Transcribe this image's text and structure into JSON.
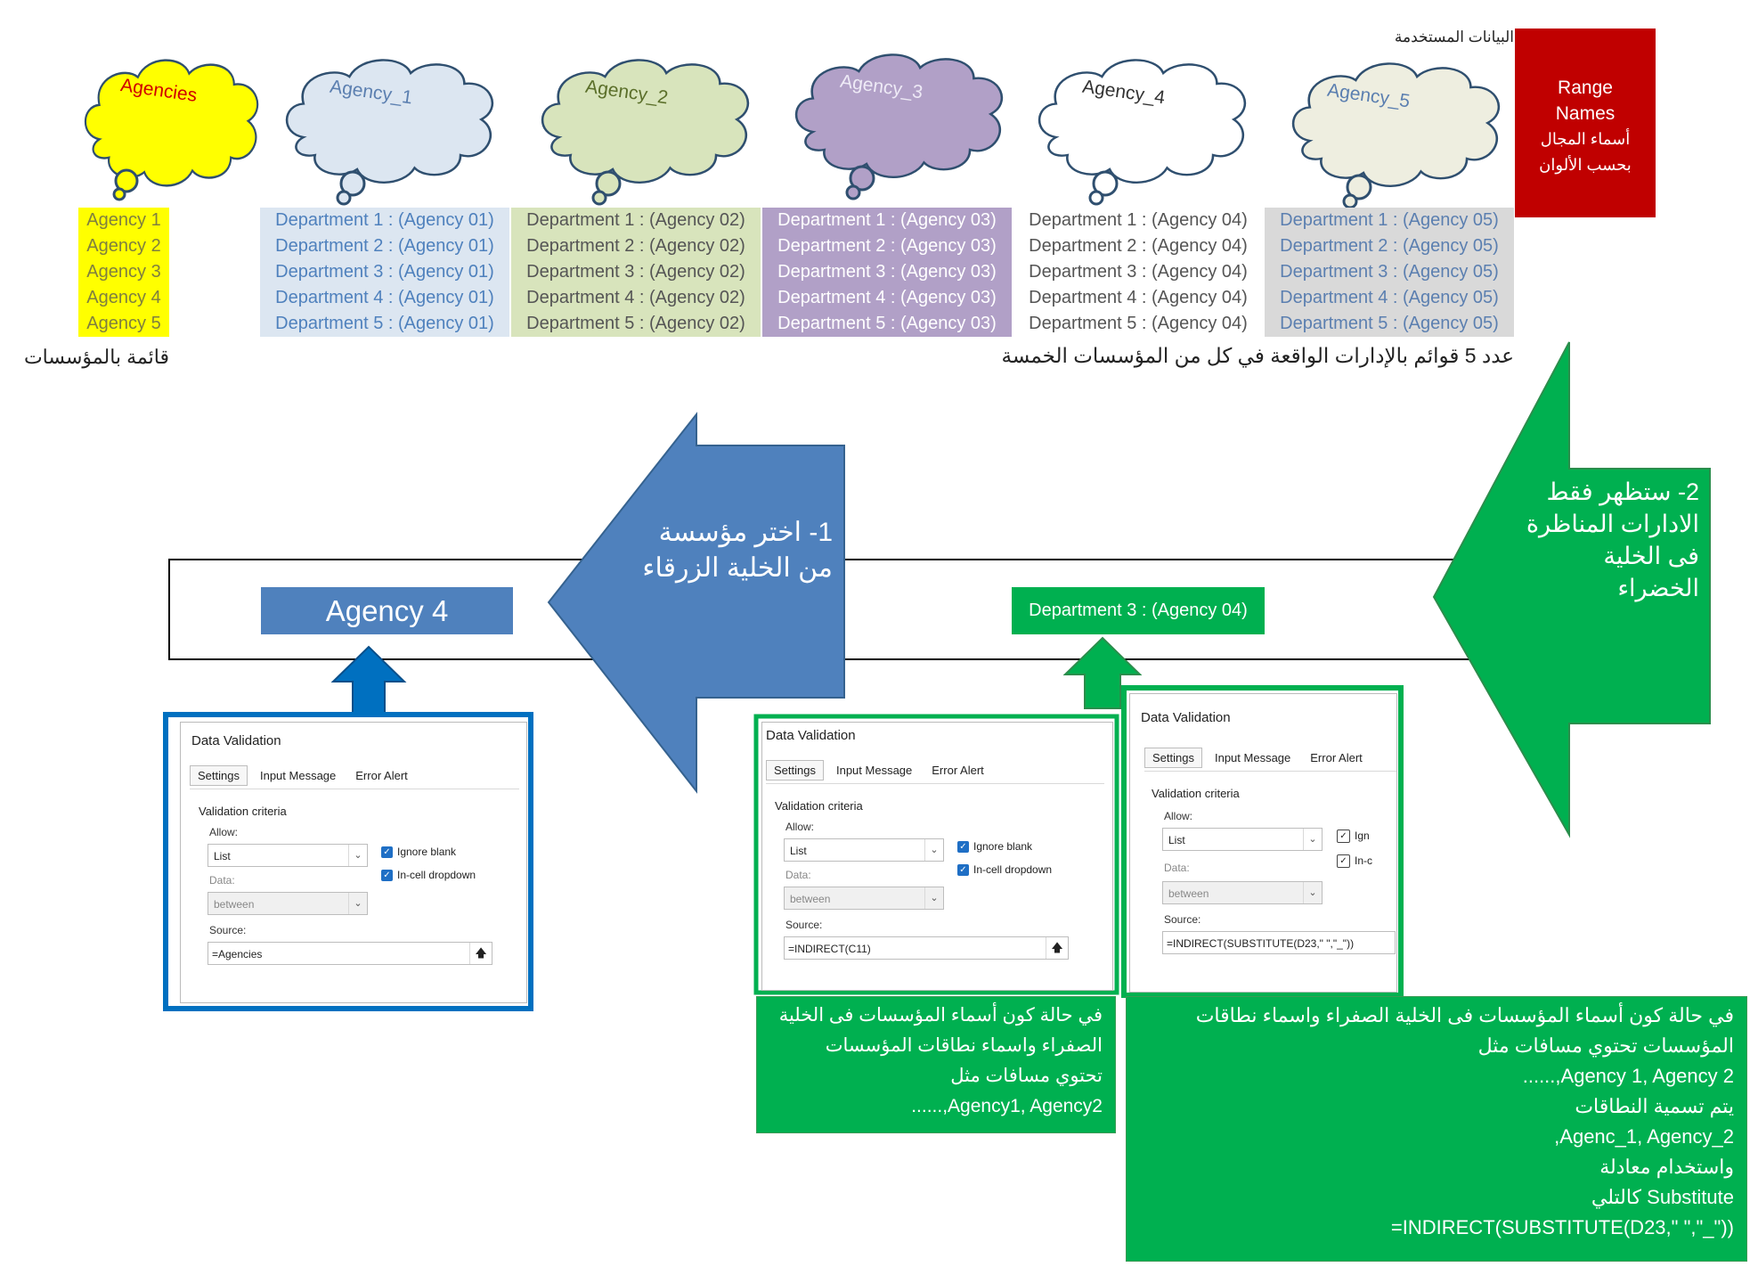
{
  "used_data_label": "البيانات المستخدمة",
  "range_names": {
    "title_line1": "Range",
    "title_line2": "Names",
    "ar_line1": "أسماء المجال",
    "ar_line2": "بحسب الألوان"
  },
  "clouds": [
    "Agencies",
    "Agency_1",
    "Agency_2",
    "Agency_3",
    "Agency_4",
    "Agency_5"
  ],
  "agencies_list": [
    "Agency 1",
    "Agency 2",
    "Agency 3",
    "Agency 4",
    "Agency 5"
  ],
  "department_lists": [
    [
      "Department 1 : (Agency 01)",
      "Department 2 : (Agency 01)",
      "Department 3 : (Agency 01)",
      "Department 4 : (Agency 01)",
      "Department 5 : (Agency 01)"
    ],
    [
      "Department 1 : (Agency 02)",
      "Department 2 : (Agency 02)",
      "Department 3 : (Agency 02)",
      "Department 4 : (Agency 02)",
      "Department 5 : (Agency 02)"
    ],
    [
      "Department 1 : (Agency 03)",
      "Department 2 : (Agency 03)",
      "Department 3 : (Agency 03)",
      "Department 4 : (Agency 03)",
      "Department 5 : (Agency 03)"
    ],
    [
      "Department 1 : (Agency 04)",
      "Department 2 : (Agency 04)",
      "Department 3 : (Agency 04)",
      "Department 4 : (Agency 04)",
      "Department 5 : (Agency 04)"
    ],
    [
      "Department 1 : (Agency 05)",
      "Department 2 : (Agency 05)",
      "Department 3 : (Agency 05)",
      "Department 4 : (Agency 05)",
      "Department 5 : (Agency 05)"
    ]
  ],
  "captions": {
    "agencies_list": "قائمة بالمؤسسات",
    "departments_lists": "عدد 5 قوائم بالإدارات الواقعة في كل من المؤسسات الخمسة"
  },
  "selected_agency": "Agency 4",
  "selected_department": "Department 3 : (Agency 04)",
  "arrow_blue": {
    "line1": "1- اختر مؤسسة",
    "line2": "من الخلية الزرقاء"
  },
  "arrow_green": {
    "line1": "2- ستظهر فقط",
    "line2": "الادارات المناظرة",
    "line3": "فى الخلية",
    "line4": "الخضراء"
  },
  "dialog": {
    "title": "Data Validation",
    "tabs": [
      "Settings",
      "Input Message",
      "Error Alert"
    ],
    "criteria": "Validation criteria",
    "allow_label": "Allow:",
    "allow_value": "List",
    "data_label": "Data:",
    "data_value": "between",
    "source_label": "Source:",
    "ignore_blank": "Ignore blank",
    "incell_dropdown": "In-cell dropdown",
    "ignore_blank_cut": "Ign",
    "incell_cut": "In-c"
  },
  "sources": [
    "=Agencies",
    "=INDIRECT(C11)",
    "=INDIRECT(SUBSTITUTE(D23,\" \",\"_\"))"
  ],
  "note_left": [
    "في حالة كون أسماء المؤسسات  فى الخلية",
    "الصفراء واسماء نطاقات المؤسسات",
    "تحتوي مسافات  مثل",
    "Agency1, Agency2,......"
  ],
  "note_right": [
    "في حالة كون أسماء المؤسسات  فى الخلية الصفراء واسماء نطاقات",
    "المؤسسات  تحتوي مسافات  مثل",
    "Agency 1, Agency 2,......",
    "يتم تسمية النطاقات",
    "Agenc_1, Agency_2,",
    "واستخدام معادلة",
    "Substitute كالتلي",
    "=INDIRECT(SUBSTITUTE(D23,\" \",\"_\"))"
  ],
  "colors": {
    "yellow": "#ffff00",
    "blue_light": "#dce6f1",
    "green_light": "#d8e4bc",
    "purple": "#b1a0c7",
    "gray": "#d9d9d9",
    "range_red": "#c00000",
    "agency_blue": "#4f81bd",
    "green": "#00b050"
  }
}
